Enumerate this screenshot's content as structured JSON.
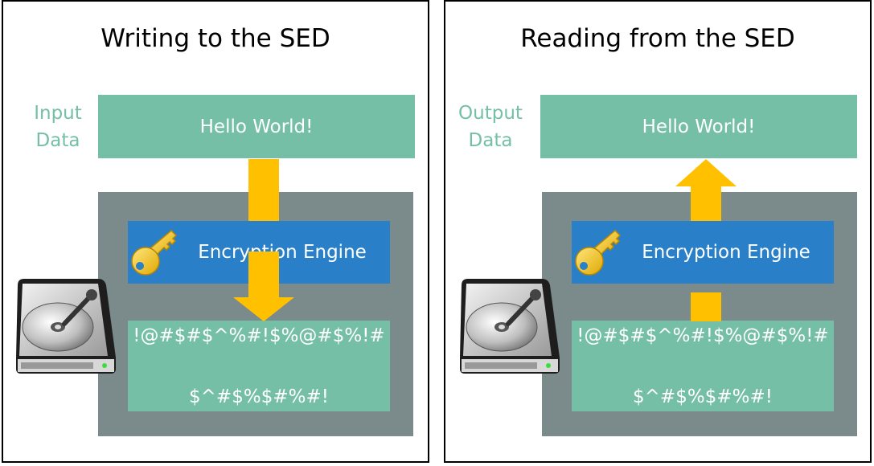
{
  "write_panel": {
    "title": "Writing to the SED",
    "io_label_line1": "Input",
    "io_label_line2": "Data",
    "plaintext": "Hello World!",
    "engine_label": "Encryption Engine",
    "ciphertext_line1": "!@#$#$^%#!$%@#$%!#",
    "ciphertext_line2": "$^#$%$#%#!",
    "arrow_direction": "down"
  },
  "read_panel": {
    "title": "Reading from the SED",
    "io_label_line1": "Output",
    "io_label_line2": "Data",
    "plaintext": "Hello World!",
    "engine_label": "Encryption Engine",
    "ciphertext_line1": "!@#$#$^%#!$%@#$%!#",
    "ciphertext_line2": "$^#$%$#%#!",
    "arrow_direction": "up"
  },
  "colors": {
    "data_green": "#75bfa7",
    "drive_gray": "#7b8b8b",
    "engine_blue": "#2a80c8",
    "arrow_yellow": "#ffc000",
    "key_gold": "#f2c230"
  },
  "icons": [
    "key-icon",
    "hard-drive-icon",
    "arrow-icon"
  ]
}
